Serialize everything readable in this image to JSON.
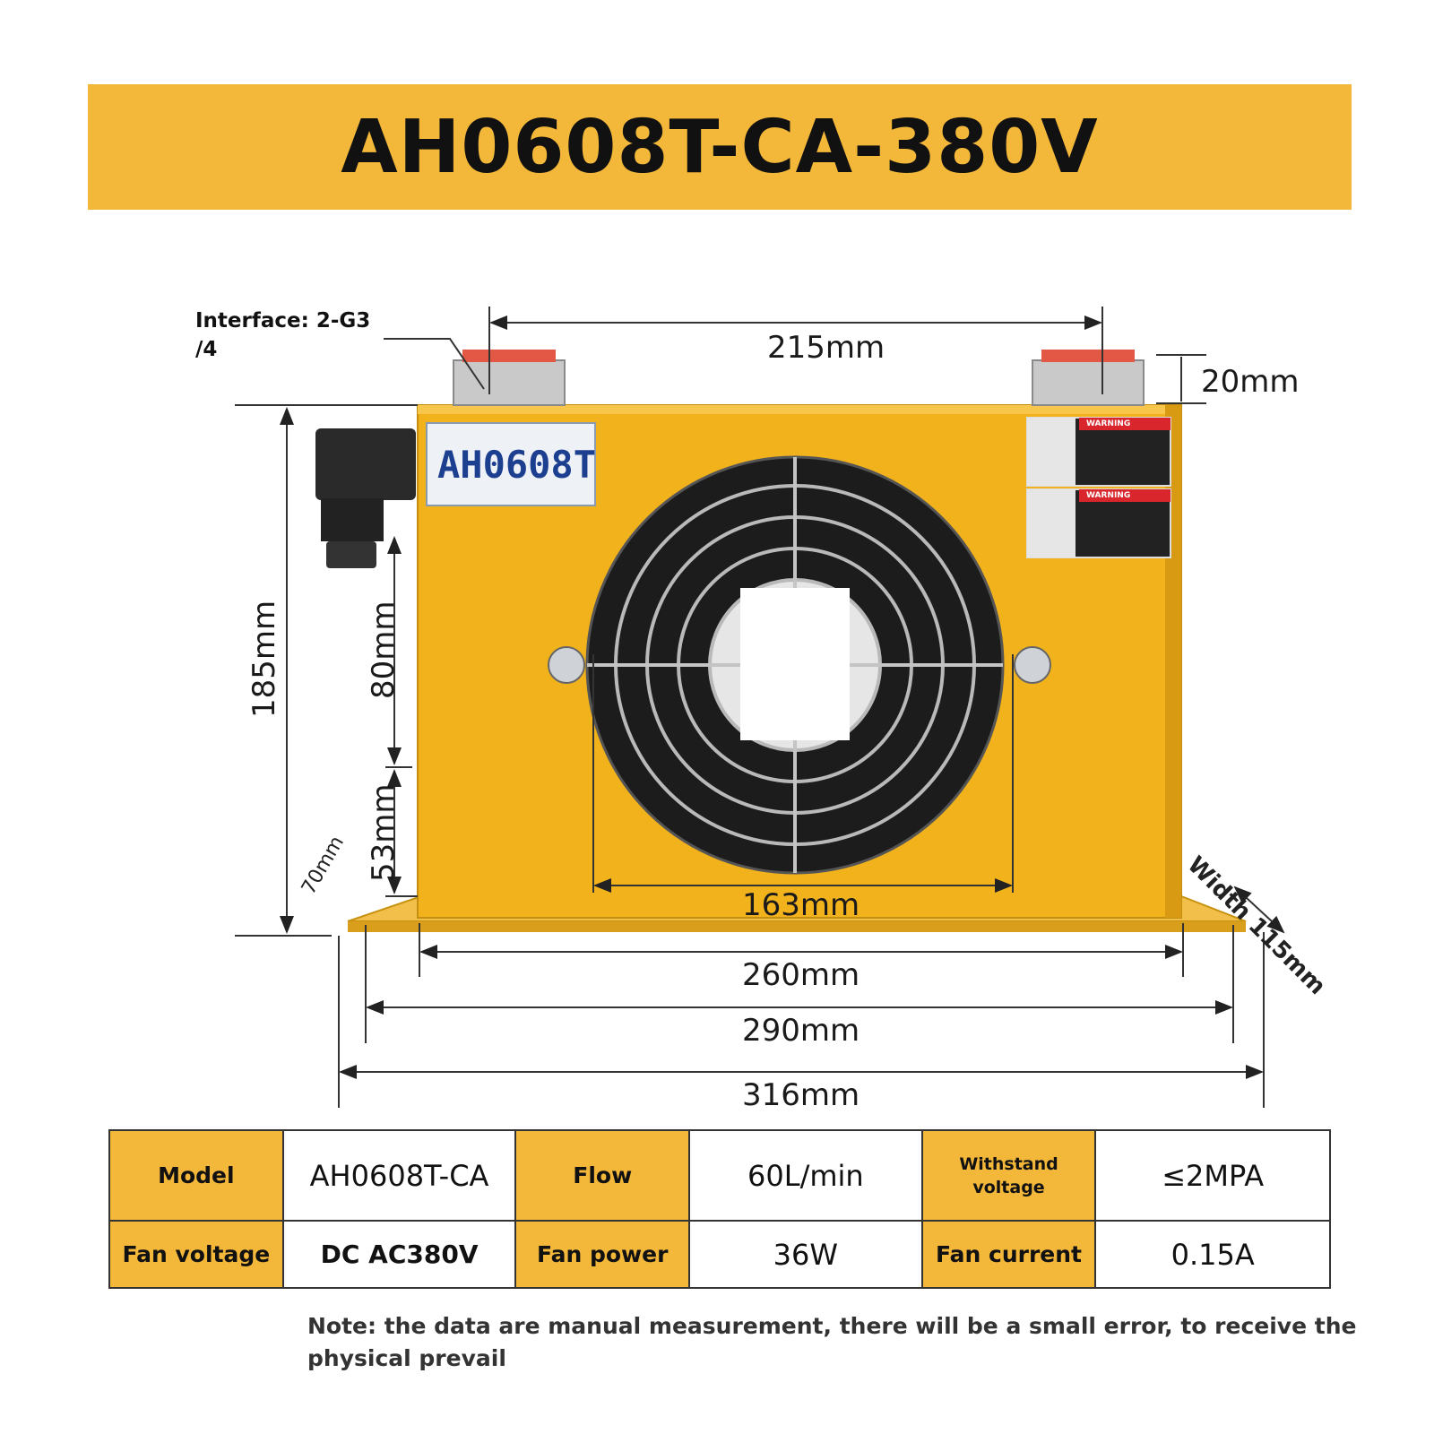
{
  "banner": {
    "title": "AH0608T-CA-380V"
  },
  "product": {
    "label": "AH0608T",
    "interface_text": "Interface: 2-G3 /4",
    "warning_title": "WARNING"
  },
  "dimensions": {
    "top_width": "215mm",
    "port_height": "20mm",
    "body_height": "185mm",
    "upper_mount": "80mm",
    "lower_mount": "53mm",
    "foot_height": "70mm",
    "fan_width": "163mm",
    "body_width": "260mm",
    "hole_spacing": "290mm",
    "base_width": "316mm",
    "depth": "Width 115mm"
  },
  "specs": {
    "rows": [
      [
        {
          "label": "Model",
          "value": "AH0608T-CA"
        },
        {
          "label": "Flow",
          "value": "60L/min"
        },
        {
          "label": "Withstand voltage",
          "value": "≤2MPA"
        }
      ],
      [
        {
          "label": "Fan voltage",
          "value": "DC AC380V"
        },
        {
          "label": "Fan power",
          "value": "36W"
        },
        {
          "label": "Fan current",
          "value": "0.15A"
        }
      ]
    ]
  },
  "note": "Note: the data are manual measurement, there will be a small error, to receive the physical prevail",
  "colors": {
    "accent": "#f3b73a",
    "body": "#f2b21c",
    "fan": "#1c1c1c",
    "label_text": "#1d3f8f",
    "warning_red": "#d8262c"
  }
}
